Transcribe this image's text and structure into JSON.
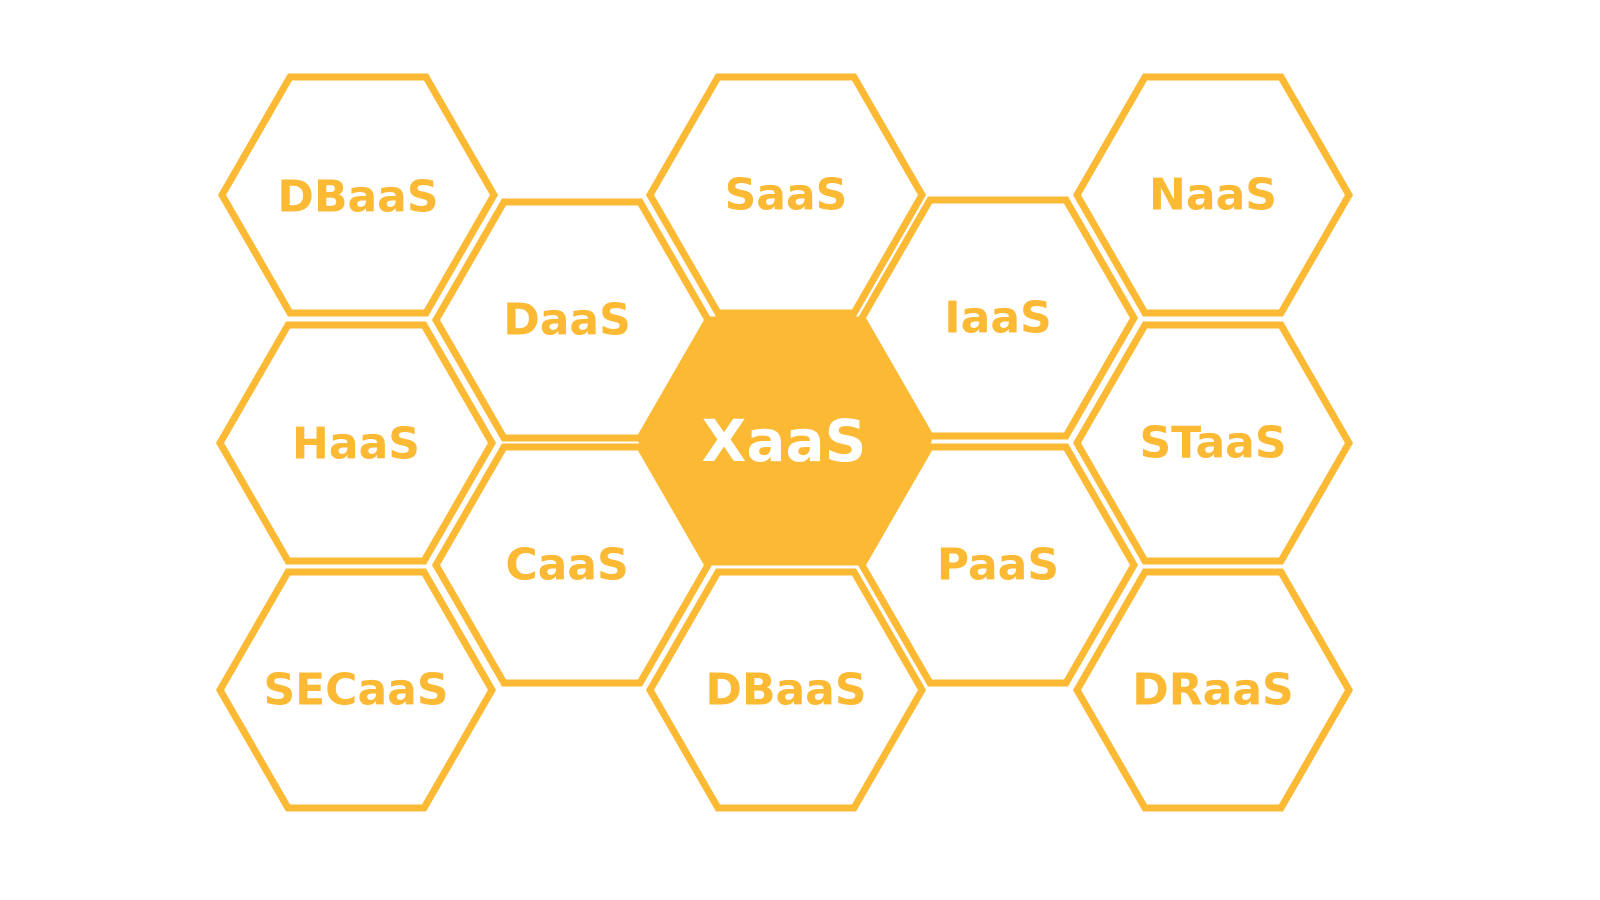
{
  "colors": {
    "accent": "#FBB934",
    "background": "#FFFFFF",
    "center_text": "#FFFFFF"
  },
  "center": {
    "label": "XaaS"
  },
  "services": [
    {
      "label": "DBaaS"
    },
    {
      "label": "HaaS"
    },
    {
      "label": "SECaaS"
    },
    {
      "label": "DaaS"
    },
    {
      "label": "CaaS"
    },
    {
      "label": "SaaS"
    },
    {
      "label": "DBaaS"
    },
    {
      "label": "IaaS"
    },
    {
      "label": "PaaS"
    },
    {
      "label": "NaaS"
    },
    {
      "label": "STaaS"
    },
    {
      "label": "DRaaS"
    }
  ]
}
